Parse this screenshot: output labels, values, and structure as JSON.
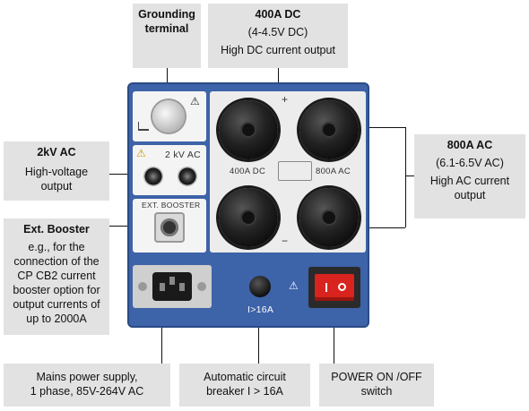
{
  "callouts": {
    "grounding": {
      "line1": "Grounding",
      "line2": "terminal"
    },
    "dc400": {
      "title": "400A DC",
      "range": "(4-4.5V DC)",
      "desc": "High DC current output"
    },
    "hv2kv": {
      "title": "2kV AC",
      "desc1": "High-voltage",
      "desc2": "output"
    },
    "ac800": {
      "title": "800A AC",
      "range": "(6.1-6.5V AC)",
      "desc1": "High AC current",
      "desc2": "output"
    },
    "booster": {
      "title": "Ext. Booster",
      "l1": "e.g., for the",
      "l2": "connection of the",
      "l3": "CP CB2 current",
      "l4": "booster option for",
      "l5": "output currents of",
      "l6": "up to 2000A"
    },
    "mains": {
      "l1": "Mains power supply,",
      "l2": "1 phase, 85V-264V AC"
    },
    "breaker": {
      "l1": "Automatic circuit",
      "l2": "breaker I > 16A"
    },
    "power": {
      "l1": "POWER ON /OFF",
      "l2": "switch"
    }
  },
  "panel": {
    "label_2kv": "2 kV AC",
    "label_booster": "EXT. BOOSTER",
    "label_400dc": "400A DC",
    "label_800ac": "800A AC",
    "label_breaker": "I>16A",
    "plus": "+",
    "minus": "−",
    "warning_glyph": "⚠"
  },
  "colors": {
    "panel_blue": "#3d63a8",
    "callout_bg": "#e2e2e2",
    "switch_red": "#d8231e"
  }
}
